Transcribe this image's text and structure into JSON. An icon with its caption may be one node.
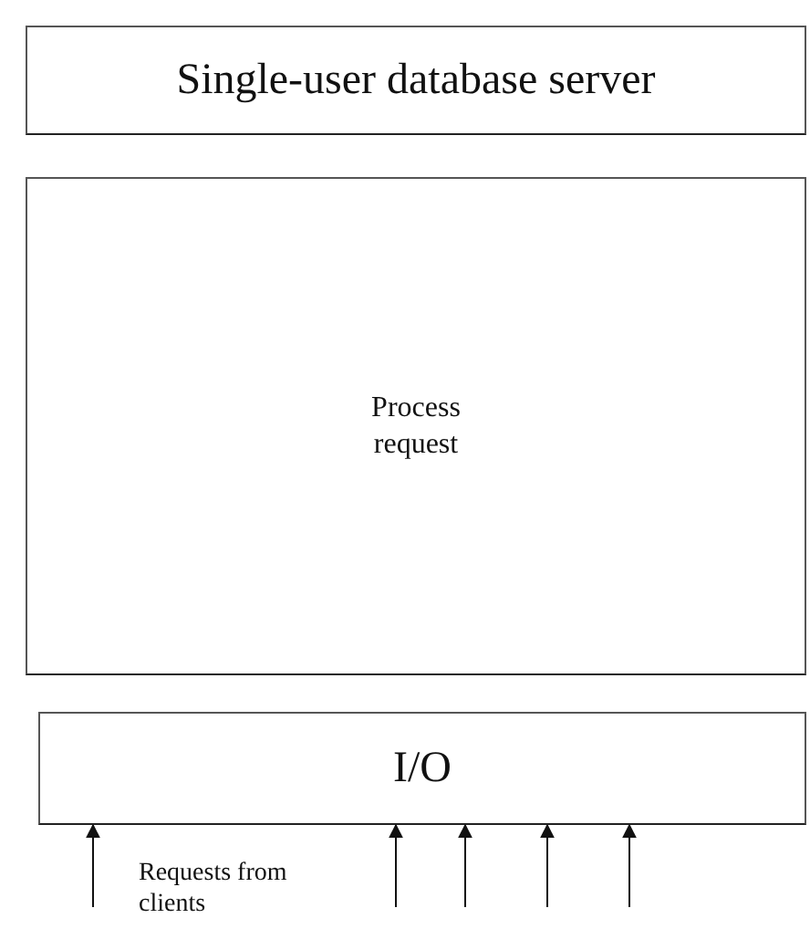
{
  "diagram": {
    "nodes": [
      {
        "text": [
          "Single-user database server"
        ]
      },
      {
        "text": [
          "Process request"
        ]
      },
      {
        "text": [
          "I/O"
        ]
      }
    ],
    "edges": [
      {
        "from": null,
        "to": 2,
        "arrow": "to"
      },
      {
        "from": null,
        "to": 2,
        "arrow": "to"
      },
      {
        "from": null,
        "to": 2,
        "arrow": "to"
      },
      {
        "from": null,
        "to": 2,
        "arrow": "to"
      },
      {
        "from": null,
        "to": 2,
        "arrow": "to"
      }
    ],
    "labels": [
      "Requests from clients"
    ]
  }
}
